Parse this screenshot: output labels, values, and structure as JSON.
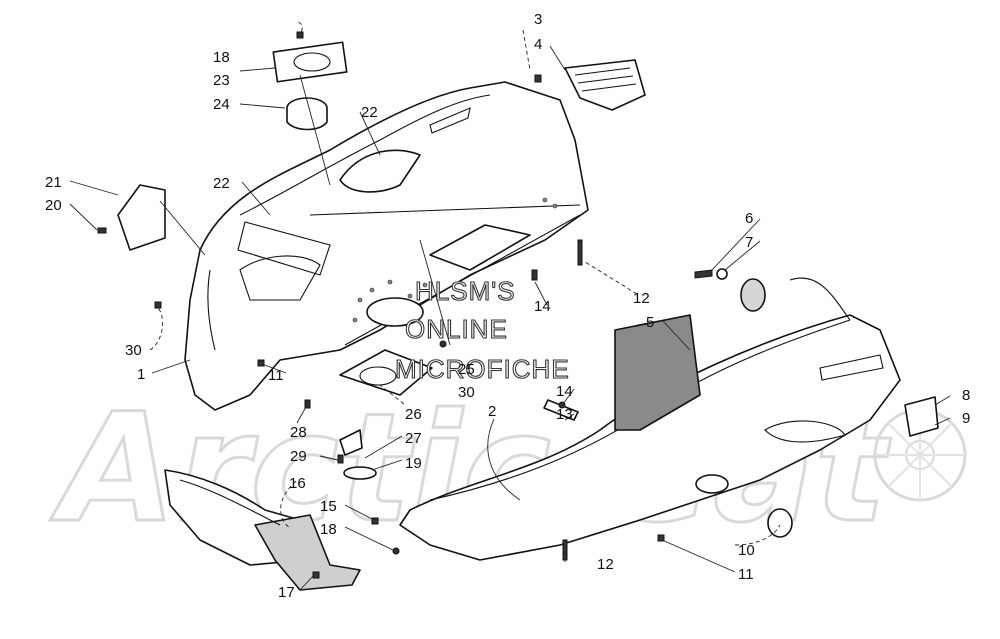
{
  "watermark": {
    "logo_text": "Arctic Cat",
    "line1": "HLSM'S",
    "line2": "ONLINE",
    "line3": "MICROFICHE"
  },
  "callouts": {
    "c1": "1",
    "c2": "2",
    "c3": "3",
    "c4": "4",
    "c5": "5",
    "c6": "6",
    "c7": "7",
    "c8": "8",
    "c9": "9",
    "c10": "10",
    "c11a": "11",
    "c11b": "11",
    "c12a": "12",
    "c12b": "12",
    "c13": "13",
    "c14a": "14",
    "c14b": "14",
    "c15": "15",
    "c16": "16",
    "c17": "17",
    "c18a": "18",
    "c18b": "18",
    "c19": "19",
    "c20": "20",
    "c21": "21",
    "c22a": "22",
    "c22b": "22",
    "c23": "23",
    "c24": "24",
    "c25": "25",
    "c26": "26",
    "c27": "27",
    "c28": "28",
    "c29": "29",
    "c30a": "30",
    "c30b": "30"
  }
}
